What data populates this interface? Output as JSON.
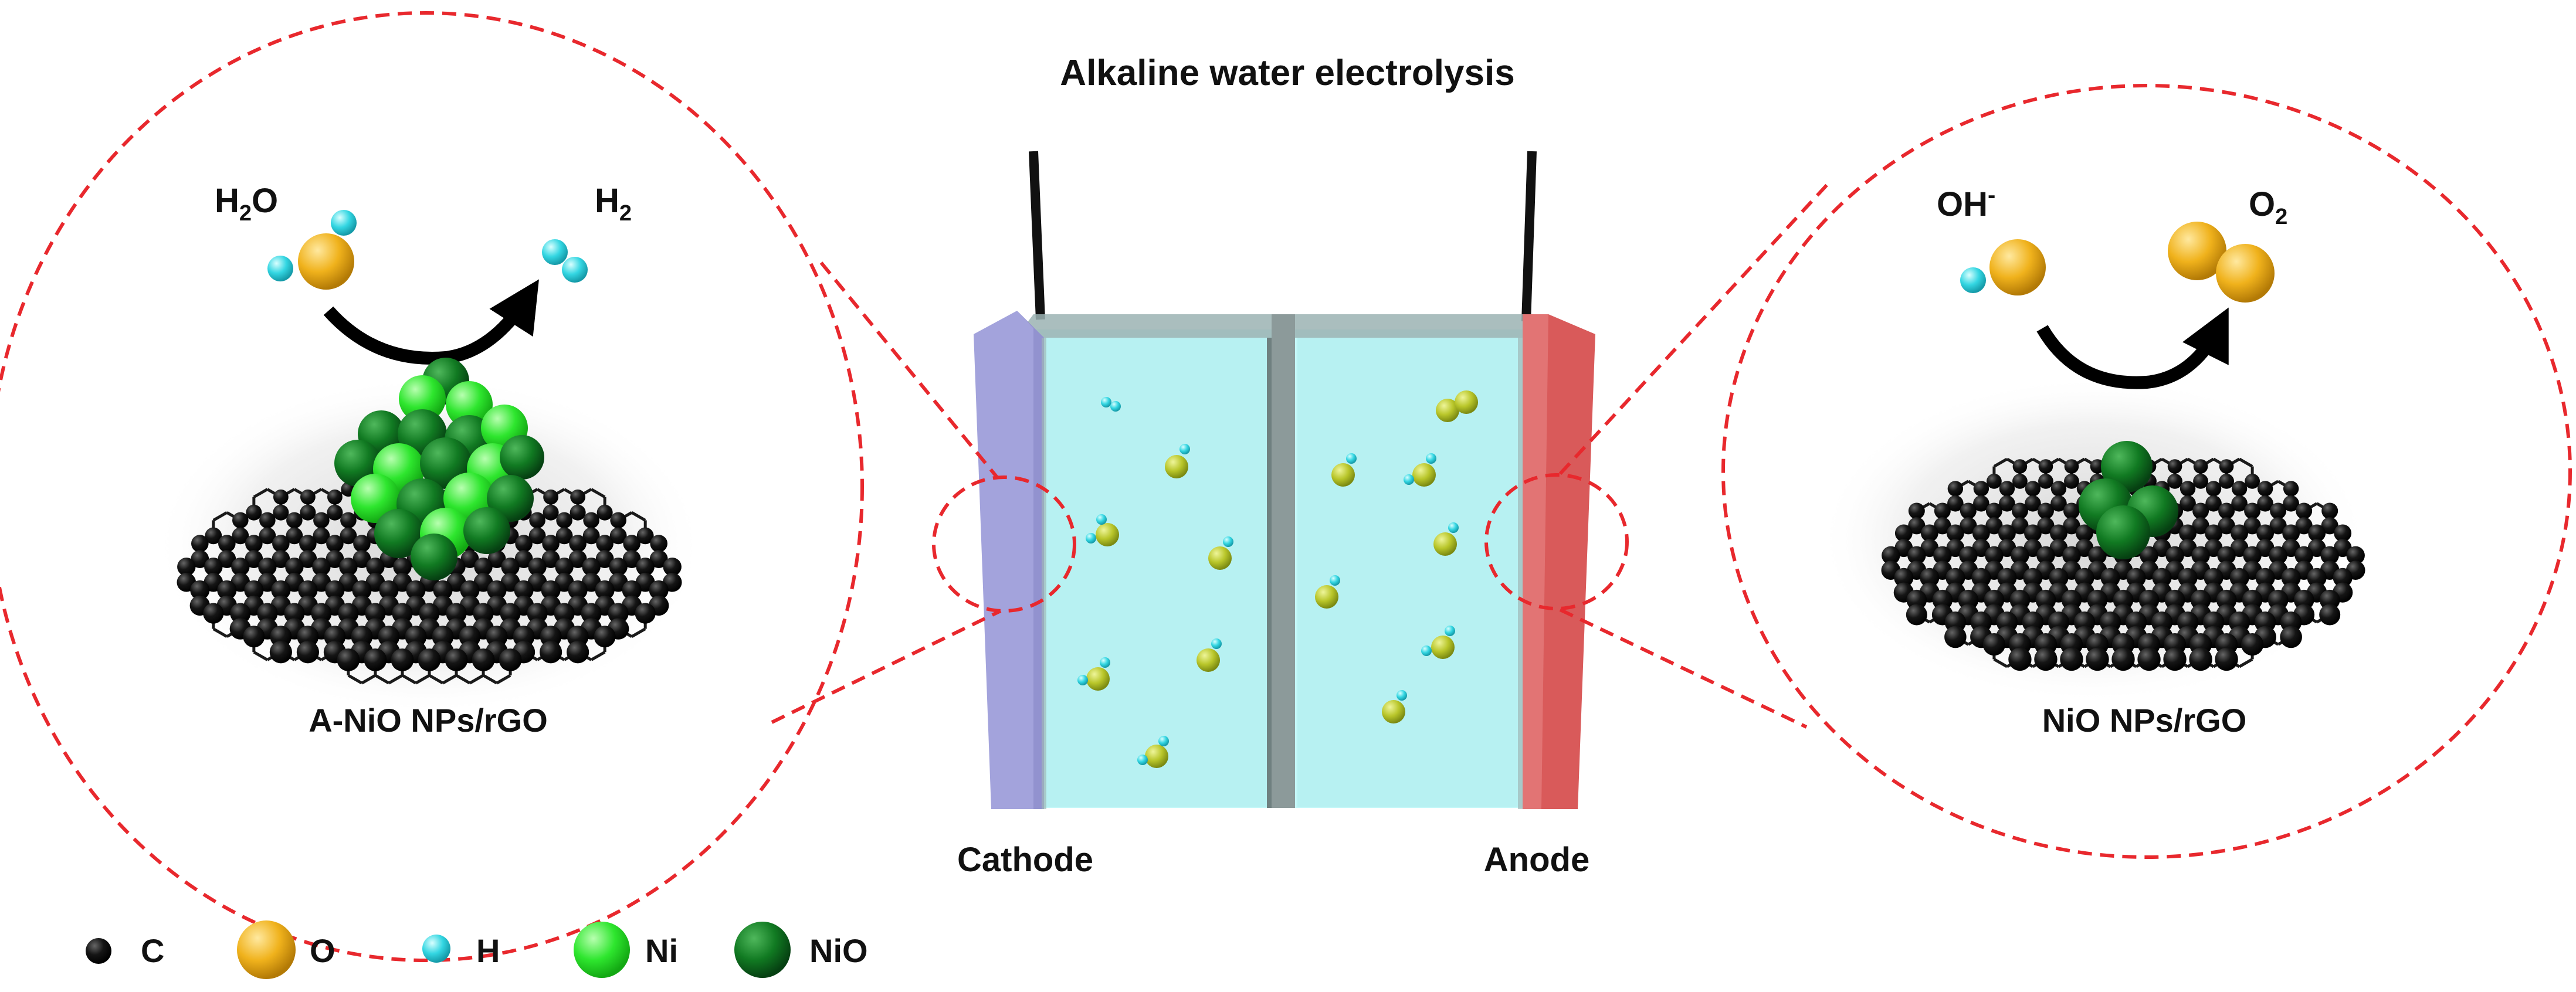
{
  "title": "Alkaline water electrolysis",
  "electrodes": {
    "cathode": "Cathode",
    "anode": "Anode"
  },
  "left_panel": {
    "caption": "A-NiO NPs/rGO",
    "reactant": {
      "base": "H",
      "sub": "2",
      "tail": "O"
    },
    "product": {
      "base": "H",
      "sub": "2"
    }
  },
  "right_panel": {
    "caption": "NiO NPs/rGO",
    "reactant": {
      "base": "OH",
      "sup": "-"
    },
    "product": {
      "base": "O",
      "sub": "2"
    }
  },
  "legend": [
    {
      "label": "C",
      "color": "#0d0d0d",
      "icon": "carbon-atom"
    },
    {
      "label": "O",
      "color": "#e8a817",
      "icon": "oxygen-atom"
    },
    {
      "label": "H",
      "color": "#33d6e2",
      "icon": "hydrogen-atom"
    },
    {
      "label": "Ni",
      "color": "#2ee62e",
      "icon": "nickel-atom"
    },
    {
      "label": "NiO",
      "color": "#0f6e1c",
      "icon": "nio-atom"
    }
  ],
  "colors": {
    "callout": "#e8282d",
    "cathode": "#9f9fd9",
    "anode": "#d95555",
    "electrolyte": "#bff6f6",
    "membrane": "#8c9a9a"
  }
}
